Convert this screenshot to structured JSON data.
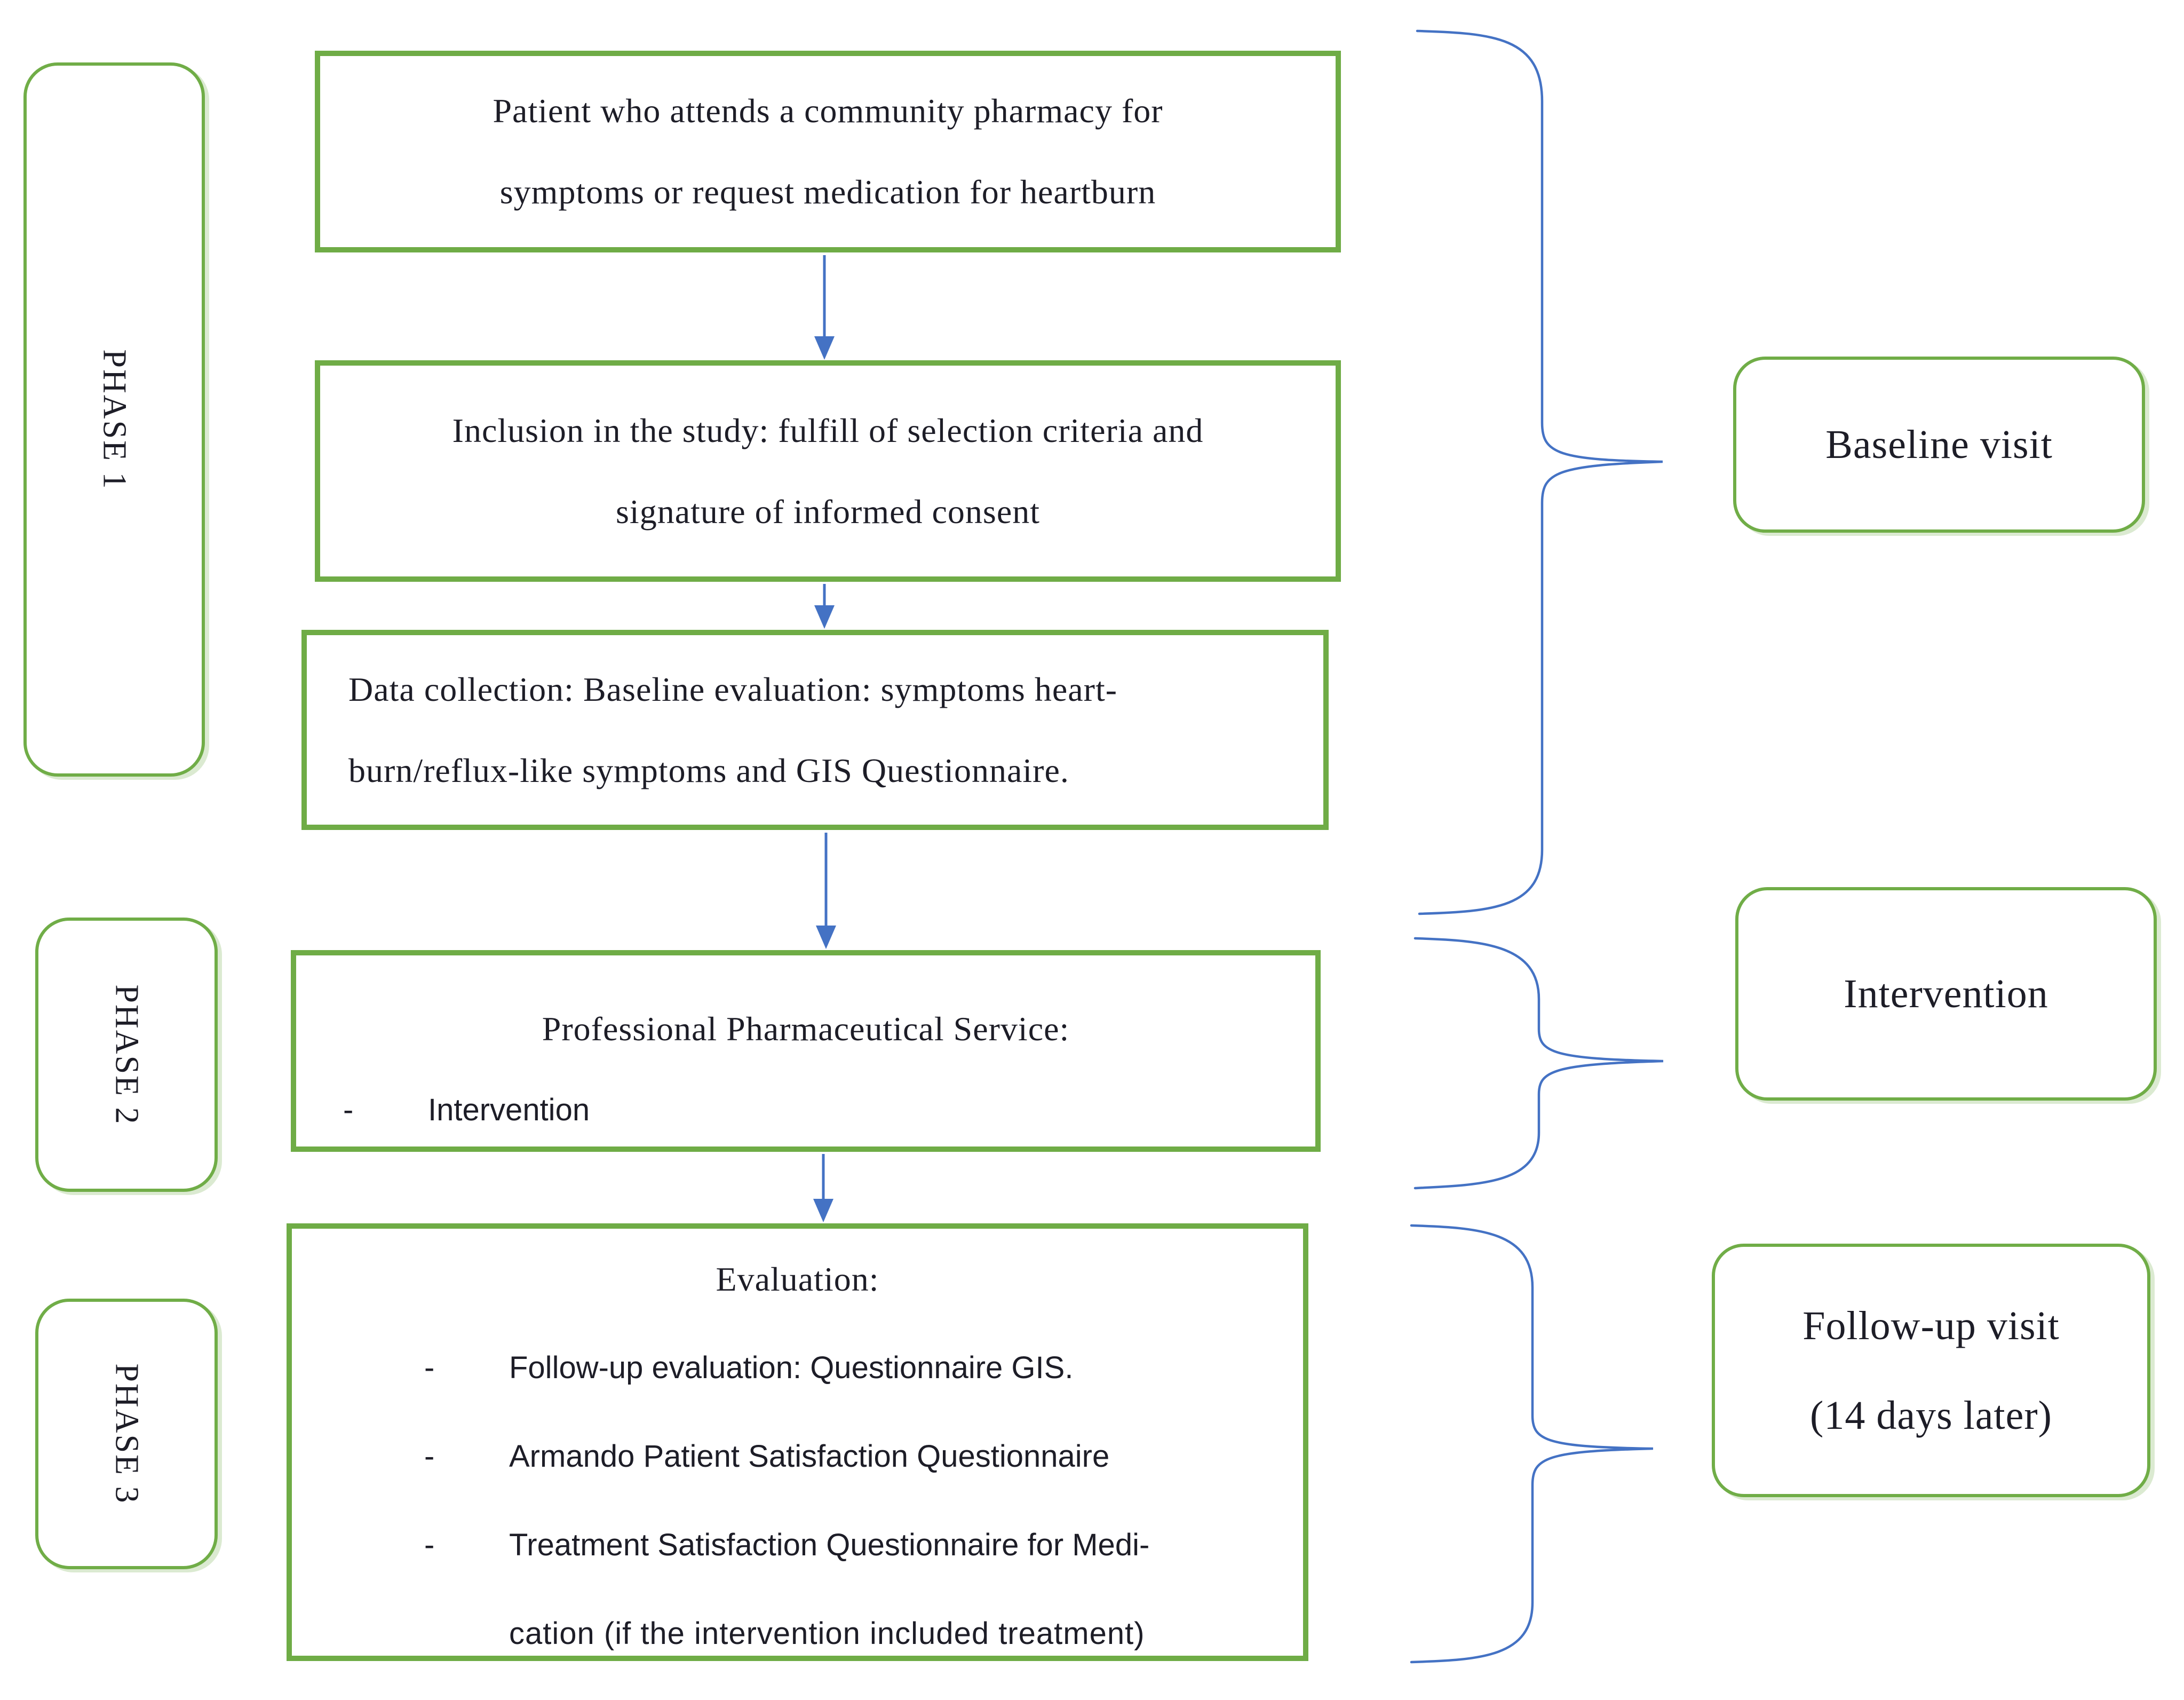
{
  "colors": {
    "box_border_green": "#70AD47",
    "connector_blue": "#4472C4",
    "text": "#1d1d27"
  },
  "phases": [
    {
      "label": "PHASE 1"
    },
    {
      "label": "PHASE 2"
    },
    {
      "label": "PHASE 3"
    }
  ],
  "flow": {
    "box1": {
      "lines": [
        "Patient who attends a community pharmacy for",
        "symptoms or request medication for heartburn"
      ]
    },
    "box2": {
      "lines": [
        "Inclusion in the study: fulfill of selection criteria and",
        "signature of informed consent"
      ]
    },
    "box3": {
      "lines": [
        "Data collection: Baseline evaluation: symptoms heart-",
        "burn/reflux-like symptoms and GIS Questionnaire."
      ]
    },
    "box4": {
      "title": "Professional Pharmaceutical Service:",
      "bullets": [
        {
          "marker": "-",
          "text": "Intervention"
        }
      ]
    },
    "box5": {
      "title": "Evaluation:",
      "bullets": [
        {
          "marker": "-",
          "text": "Follow-up evaluation: Questionnaire GIS."
        },
        {
          "marker": "-",
          "text": "Armando Patient Satisfaction Questionnaire"
        },
        {
          "marker": "-",
          "text": "Treatment Satisfaction Questionnaire for Medi-"
        }
      ],
      "continuation": "cation (if the intervention included treatment)"
    }
  },
  "annotations": [
    {
      "label": "Baseline visit"
    },
    {
      "label": "Intervention"
    },
    {
      "label": "Follow-up visit",
      "label2": "(14 days later)"
    }
  ]
}
